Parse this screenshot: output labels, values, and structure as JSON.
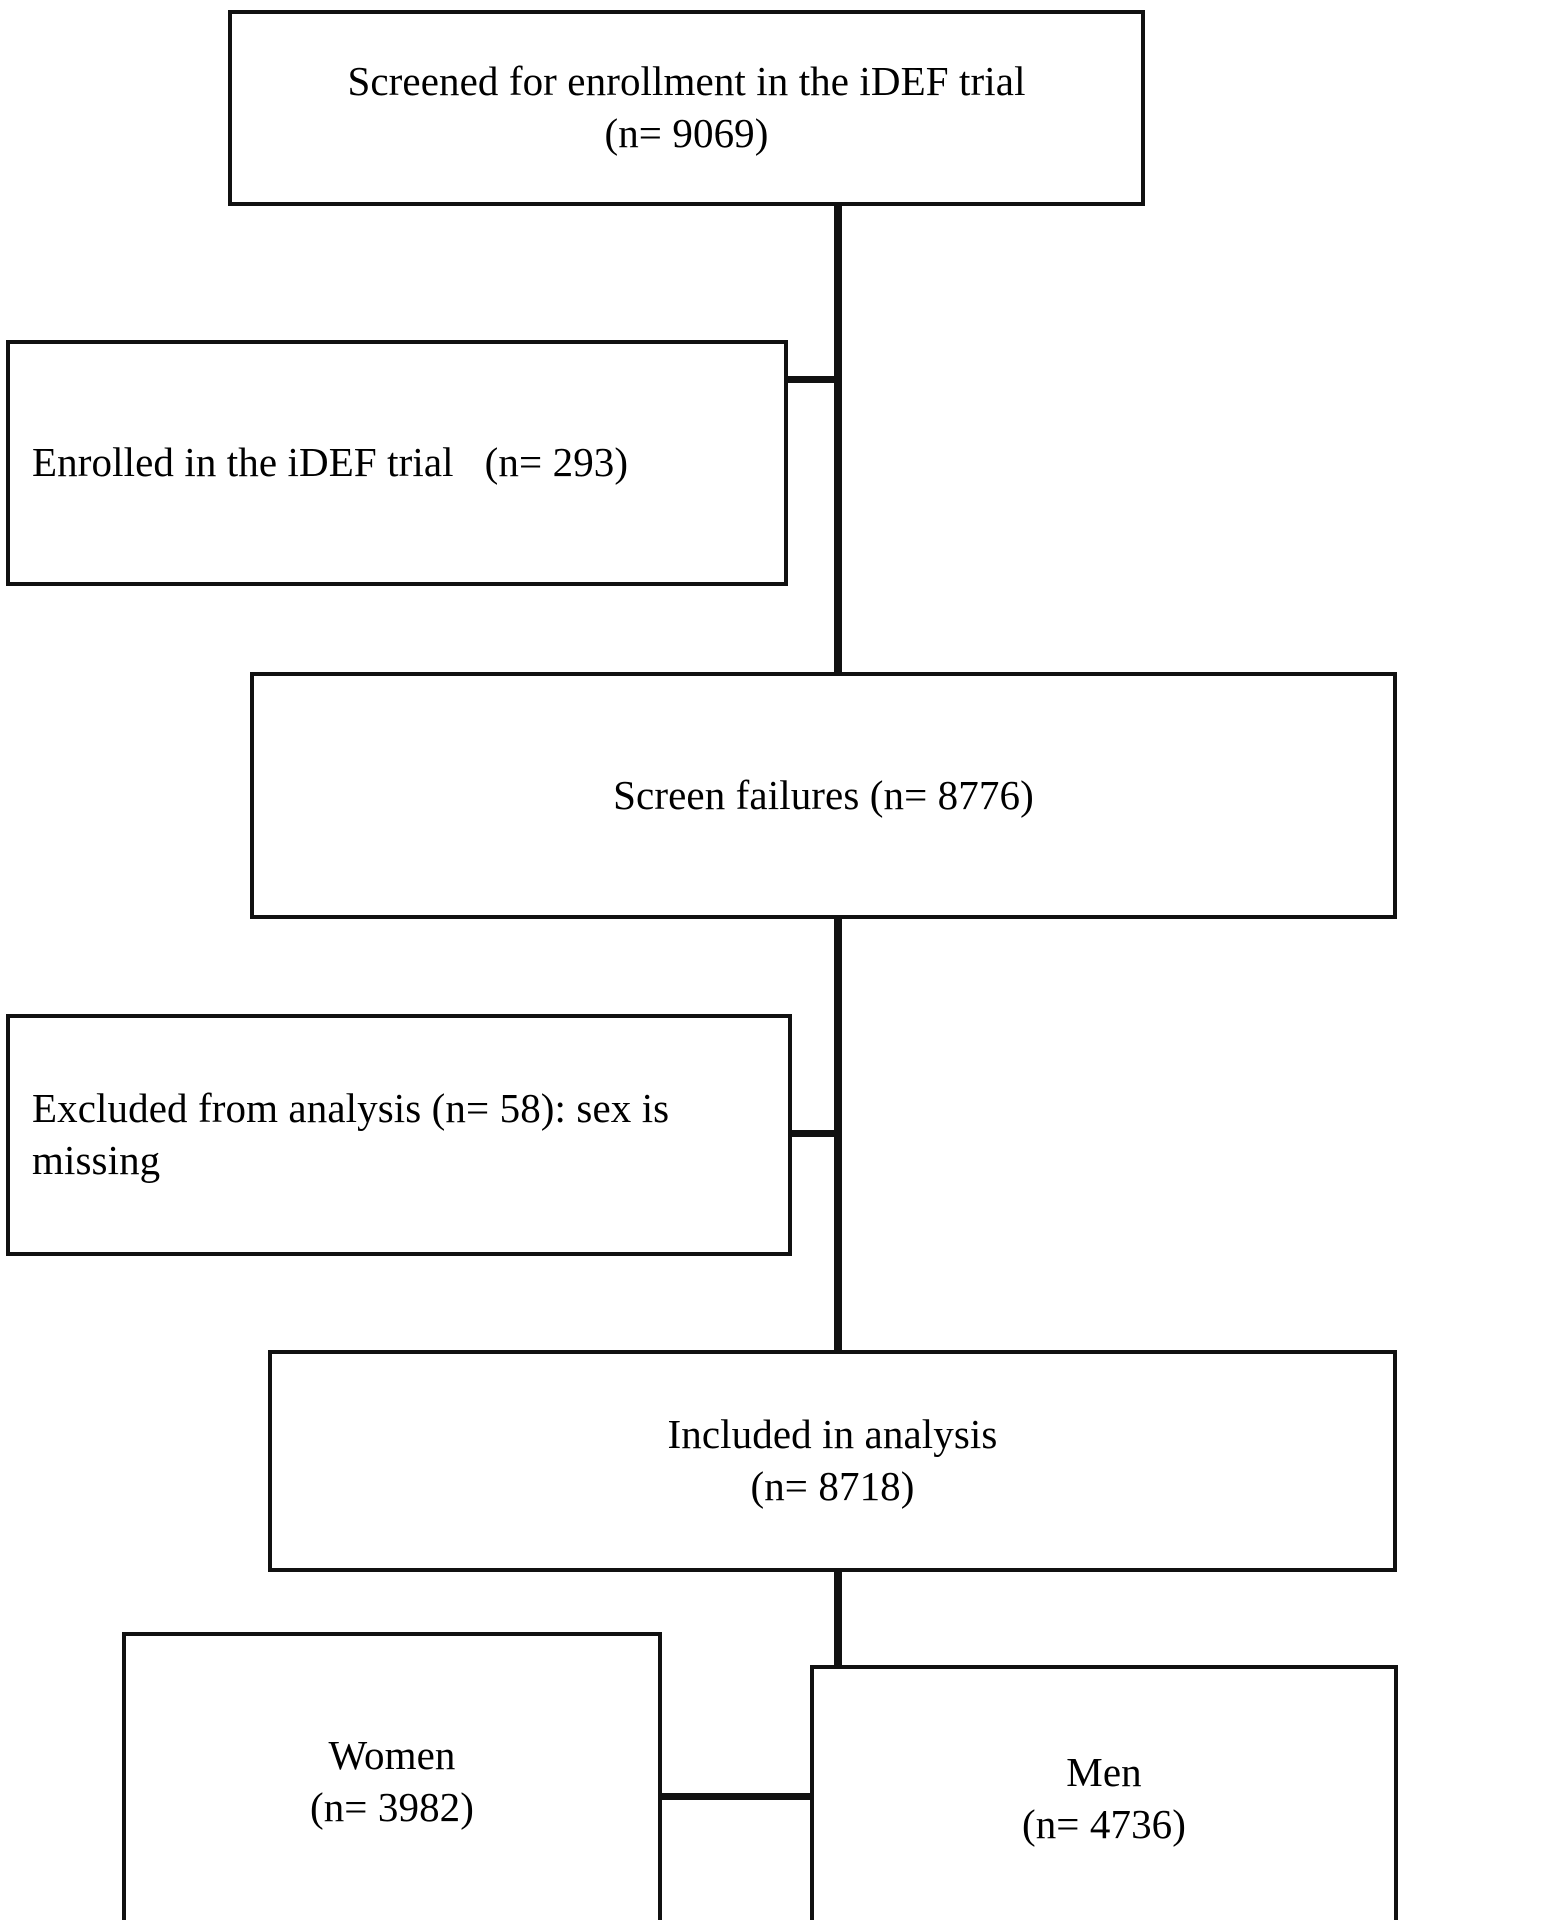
{
  "diagram": {
    "type": "flowchart",
    "title": "iDEF trial participant flow",
    "nodes": {
      "screened": {
        "name": "screened-for-enrollment",
        "line1": "Screened for enrollment in the iDEF trial",
        "line2": "(n= 9069)",
        "n": 9069
      },
      "enrolled": {
        "name": "enrolled-in-trial",
        "line1": "Enrolled in the iDEF trial   (n= 293)",
        "n": 293
      },
      "failures": {
        "name": "screen-failures",
        "line1": "Screen failures (n= 8776)",
        "n": 8776
      },
      "excluded": {
        "name": "excluded-from-analysis",
        "line1": "Excluded from analysis (n= 58): sex is",
        "line2": "missing",
        "n": 58
      },
      "included": {
        "name": "included-in-analysis",
        "line1": "Included in analysis",
        "line2": "(n= 8718)",
        "n": 8718
      },
      "women": {
        "name": "women-group",
        "line1": "Women",
        "line2": "(n= 3982)",
        "n": 3982
      },
      "men": {
        "name": "men-group",
        "line1": "Men",
        "line2": "(n= 4736)",
        "n": 4736
      }
    },
    "colors": {
      "stroke": "#111111",
      "fill": "#ffffff",
      "text": "#000000"
    }
  }
}
